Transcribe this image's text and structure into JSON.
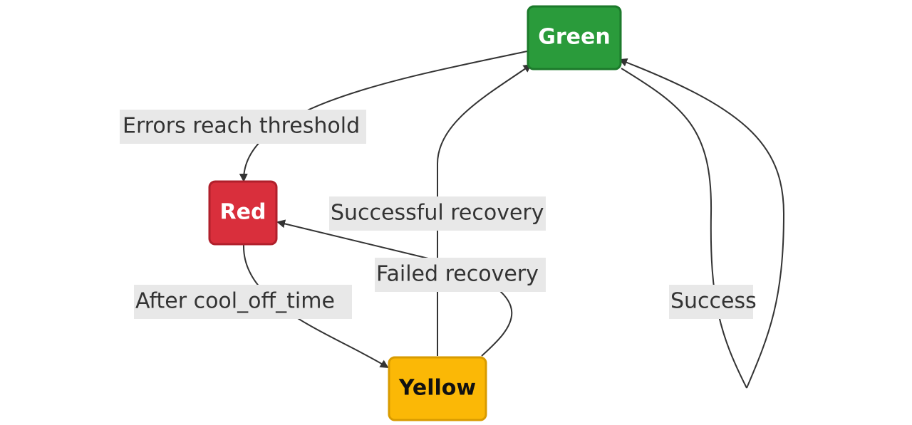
{
  "nodes": {
    "green": {
      "label": "Green",
      "fill": "#2a9b3b",
      "stroke": "#1c7a2b",
      "text_color": "#ffffff"
    },
    "red": {
      "label": "Red",
      "fill": "#d92f3c",
      "stroke": "#b01f2b",
      "text_color": "#ffffff"
    },
    "yellow": {
      "label": "Yellow",
      "fill": "#fbb806",
      "stroke": "#d89b00",
      "text_color": "#111111"
    }
  },
  "edges": {
    "errors_reach_threshold": {
      "from": "Green",
      "to": "Red",
      "label": "Errors reach threshold"
    },
    "after_cool_off_time": {
      "from": "Red",
      "to": "Yellow",
      "label": "After cool_off_time"
    },
    "successful_recovery": {
      "from": "Yellow",
      "to": "Green",
      "label": "Successful recovery"
    },
    "failed_recovery": {
      "from": "Yellow",
      "to": "Red",
      "label": "Failed recovery"
    },
    "success": {
      "from": "Green",
      "to": "Green",
      "label": "Success"
    }
  }
}
